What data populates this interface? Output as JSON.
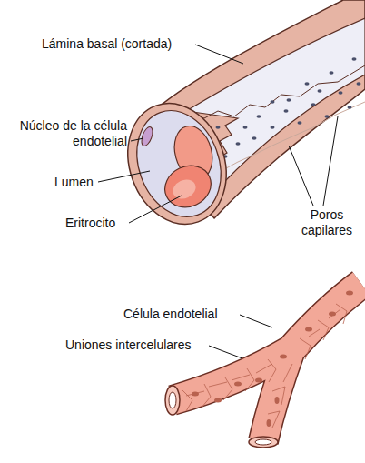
{
  "diagram": {
    "labels": [
      "Lámina basal (cortada)",
      "Núcleo de la célula endotelial",
      "Lumen",
      "Eritrocito",
      "Poros capilares",
      "Célula endotelial",
      "Uniones intercelulares"
    ]
  }
}
